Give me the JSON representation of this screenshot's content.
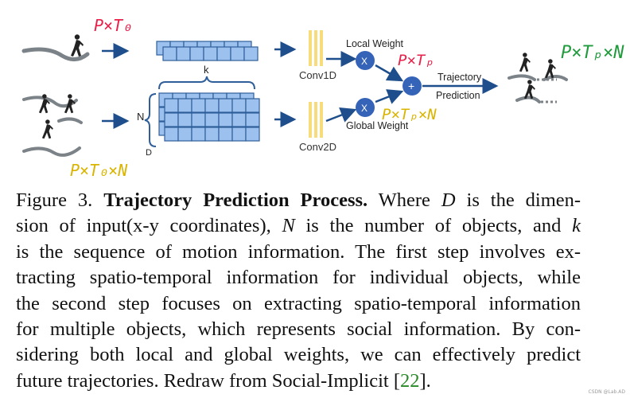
{
  "diagram": {
    "annotations": {
      "top_input_dims": "P×T₀",
      "bottom_input_dims": "P×T₀×N",
      "local_dims": "P×Tₚ",
      "global_dims": "P×Tₚ×N",
      "output_dims": "P×Tₚ×N"
    },
    "labels": {
      "k": "k",
      "n": "N",
      "d": "D",
      "conv1d": "Conv1D",
      "conv2d": "Conv2D",
      "local_weight": "Local Weight",
      "global_weight": "Global Weight",
      "multiply_symbol": "X",
      "add_symbol": "+",
      "trajectory_prediction_line1": "Trajectory",
      "trajectory_prediction_line2": "Prediction"
    },
    "colors": {
      "block_fill": "#9cc1ee",
      "block_stroke": "#2f5f9a",
      "conv_bar": "#f6dc7a",
      "node_fill": "#3563b8",
      "arrow": "#1f4e8c",
      "hand_red": "#e8204a",
      "hand_yellow": "#d9b400",
      "hand_green": "#1f9a3c"
    }
  },
  "caption": {
    "line1_prefix": "Figure 3.",
    "line1_bold": "Trajectory Prediction Process.",
    "line1_a": "Where",
    "line1_var": "D",
    "line1_b": "is the dimen-",
    "line2_a": "sion of input(x-y coordinates),",
    "line2_var": "N",
    "line2_b": "is the number of objects, and",
    "line2_var2": "k",
    "line3": "is the sequence of motion information. The first step involves ex-",
    "line4": "tracting spatio-temporal information for individual objects, while",
    "line5": "the second step focuses on extracting spatio-temporal information",
    "line6": "for multiple objects, which represents social information. By con-",
    "line7": "sidering both local and global weights, we can effectively predict",
    "line8_a": "future trajectories. Redraw from Social-Implicit [",
    "line8_cite": "22",
    "line8_b": "]."
  },
  "watermark": "CSDN @Lab.AD"
}
